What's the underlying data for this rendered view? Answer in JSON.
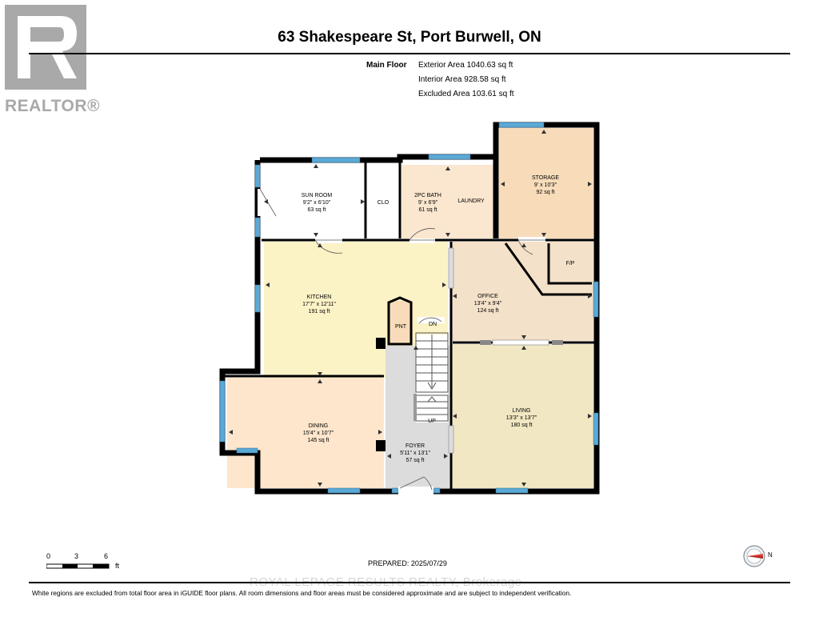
{
  "brand": {
    "name": "REALTOR®",
    "logo_color": "#a9a9a9"
  },
  "title": "63 Shakespeare St, Port Burwell, ON",
  "floor": {
    "label": "Main Floor",
    "exterior": "Exterior Area 1040.63 sq ft",
    "interior": "Interior Area 928.58 sq ft",
    "excluded": "Excluded Area 103.61 sq ft"
  },
  "colors": {
    "wall": "#000000",
    "window": "#5aa9d6",
    "kitchen": "#fbf2c6",
    "foyer": "#dcdcdc",
    "bath": "#fbe6cf",
    "storage": "#f8dcba",
    "office": "#f4e1c9",
    "living": "#f1e7c2",
    "dining": "#fde6cc",
    "excluded": "#ffffff"
  },
  "rooms": {
    "sun_room": {
      "name": "SUN ROOM",
      "dims": "9'2\" x 6'10\"",
      "area": "63 sq ft"
    },
    "clo": {
      "name": "CLO"
    },
    "bath": {
      "name": "2PC BATH",
      "dims": "9' x 6'9\"",
      "area": "61 sq ft"
    },
    "laundry": {
      "name": "LAUNDRY"
    },
    "storage": {
      "name": "STORAGE",
      "dims": "9' x 10'3\"",
      "area": "92 sq ft"
    },
    "fp": {
      "name": "F/P"
    },
    "kitchen": {
      "name": "KITCHEN",
      "dims": "17'7\" x 12'11\"",
      "area": "191 sq ft"
    },
    "pnt": {
      "name": "PNT"
    },
    "dn": {
      "name": "DN"
    },
    "office": {
      "name": "OFFICE",
      "dims": "13'4\" x 9'4\"",
      "area": "124 sq ft"
    },
    "up": {
      "name": "UP"
    },
    "living": {
      "name": "LIVING",
      "dims": "13'3\" x 13'7\"",
      "area": "180 sq ft"
    },
    "dining": {
      "name": "DINING",
      "dims": "15'4\" x 10'7\"",
      "area": "145 sq ft"
    },
    "foyer": {
      "name": "FOYER",
      "dims": "5'11\" x 13'1\"",
      "area": "57 sq ft"
    }
  },
  "scale": {
    "t0": "0",
    "t1": "3",
    "t2": "6",
    "unit": "ft"
  },
  "compass": {
    "dir": "N"
  },
  "prepared": "PREPARED: 2025/07/29",
  "watermark": "ROYAL LEPAGE RESULTS REALTY, Brokerage",
  "footer": "White regions are excluded from total floor area in iGUIDE floor plans. All room dimensions and floor areas must be considered approximate and are subject to independent verification."
}
